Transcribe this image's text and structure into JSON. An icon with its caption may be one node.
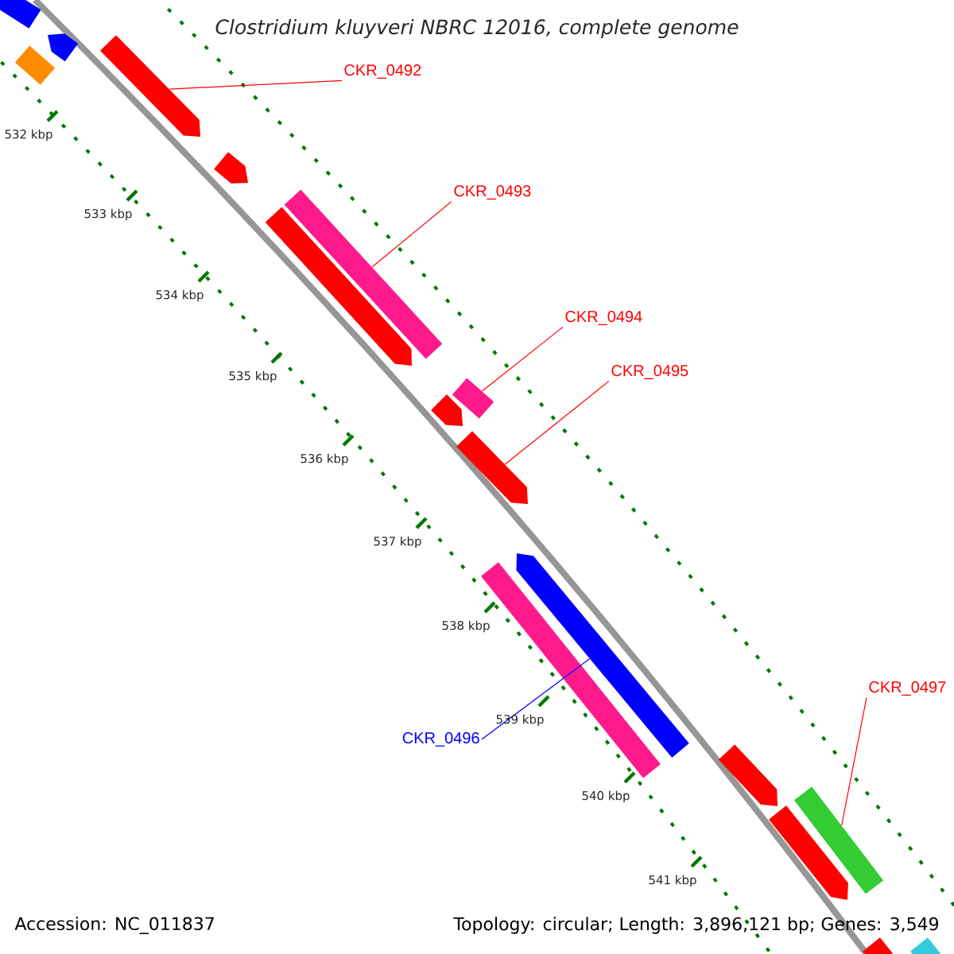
{
  "diagram": {
    "title": "Clostridium kluyveri NBRC 12016, complete genome",
    "nodes": [
      {
        "text": [
          "CKR_0492"
        ]
      },
      {
        "text": [],
        "shape": "arrow"
      },
      {
        "text": [
          "CKR_0493"
        ]
      },
      {
        "text": [],
        "shape": "arrow"
      },
      {
        "text": [
          "CKR_0494"
        ]
      },
      {
        "text": [],
        "shape": "arrow"
      },
      {
        "text": [
          "CKR_0495"
        ]
      },
      {
        "text": [],
        "shape": "arrow"
      },
      {
        "text": [
          "CKR_0496"
        ]
      },
      {
        "text": [],
        "shape": "arrow"
      },
      {
        "text": [
          "CKR_0497"
        ]
      },
      {
        "text": [],
        "shape": "arrow"
      },
      {
        "text": [],
        "shape": "arrow"
      },
      {
        "text": [],
        "shape": "arrow"
      },
      {
        "text": [],
        "shape": "arrow"
      },
      {
        "text": [],
        "shape": "arrow"
      },
      {
        "text": [],
        "shape": "arrow"
      },
      {
        "text": [],
        "shape": "arrow"
      },
      {
        "text": [],
        "shape": "arrow"
      },
      {
        "text": [],
        "shape": "arrow"
      },
      {
        "text": [],
        "shape": "arrow"
      },
      {
        "text": [],
        "shape": "arrow"
      },
      {
        "text": [],
        "shape": "arrow"
      }
    ],
    "edges": [
      {
        "from": 0,
        "to": 1,
        "arrow": "none"
      },
      {
        "from": 2,
        "to": 3,
        "arrow": "none"
      },
      {
        "from": 4,
        "to": 5,
        "arrow": "none"
      },
      {
        "from": 6,
        "to": 7,
        "arrow": "none"
      },
      {
        "from": 8,
        "to": 9,
        "arrow": "none",
        "color": "#0000ff"
      },
      {
        "from": 10,
        "to": 11,
        "arrow": "none"
      }
    ],
    "labels": [
      "532 kbp",
      "533 kbp",
      "534 kbp",
      "535 kbp",
      "536 kbp",
      "537 kbp",
      "538 kbp",
      "539 kbp",
      "540 kbp",
      "541 kbp",
      "Accession: NC_011837",
      "Topology: circular; Length: 3,896,121 bp; Genes: 3,549"
    ]
  }
}
